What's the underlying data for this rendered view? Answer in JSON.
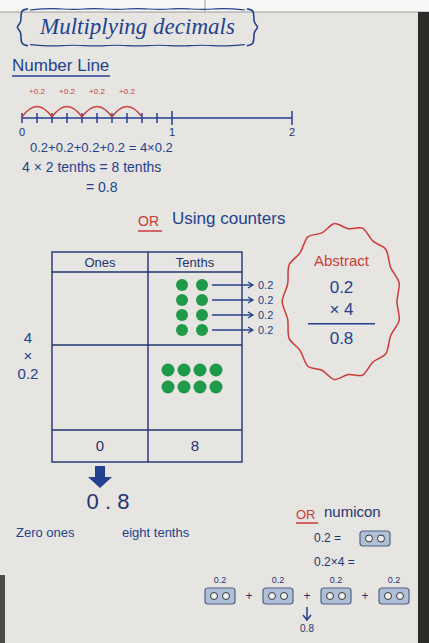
{
  "diagram": {
    "nodes": [
      {
        "text": [
          "Multiplying decimals"
        ]
      },
      {
        "text": [
          "Abstract",
          "0.2",
          "× 4",
          "0.8"
        ]
      }
    ],
    "labels": [
      "Number Line",
      "+0.2",
      "+0.2",
      "+0.2",
      "+0.2",
      "0",
      "1",
      "2",
      "0.2+0.2+0.2+0.2 = 4×0.2",
      "4 × 2 tenths = 8 tenths",
      "= 0.8",
      "OR",
      "Using counters",
      "Ones",
      "Tenths",
      "4",
      "×",
      "0.2",
      "0.2",
      "0.2",
      "0.2",
      "0.2",
      "0",
      "8",
      "0 . 8",
      "Zero ones",
      "eight tenths",
      "OR",
      "numicon",
      "0.2 =",
      "0.2×4 =",
      "0.2",
      "0.2",
      "0.2",
      "0.2",
      "+",
      "+",
      "+",
      "0.8"
    ]
  }
}
